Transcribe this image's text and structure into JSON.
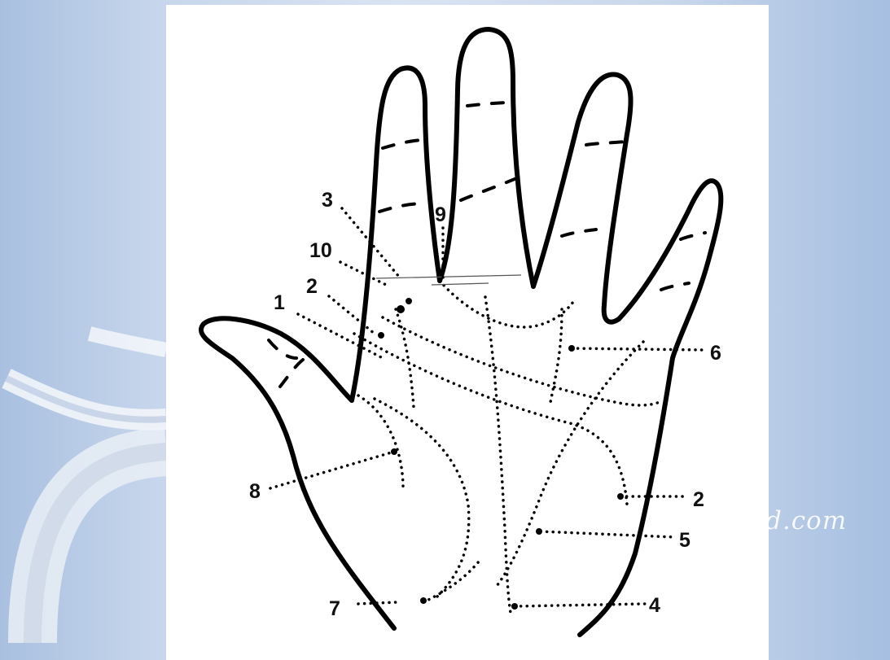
{
  "watermark": {
    "text": "d.com"
  },
  "labels": [
    {
      "id": "1",
      "text": "1"
    },
    {
      "id": "2a",
      "text": "2"
    },
    {
      "id": "2b",
      "text": "2"
    },
    {
      "id": "3",
      "text": "3"
    },
    {
      "id": "4",
      "text": "4"
    },
    {
      "id": "5",
      "text": "5"
    },
    {
      "id": "6",
      "text": "6"
    },
    {
      "id": "7",
      "text": "7"
    },
    {
      "id": "8",
      "text": "8"
    },
    {
      "id": "9",
      "text": "9"
    },
    {
      "id": "10",
      "text": "10"
    }
  ]
}
